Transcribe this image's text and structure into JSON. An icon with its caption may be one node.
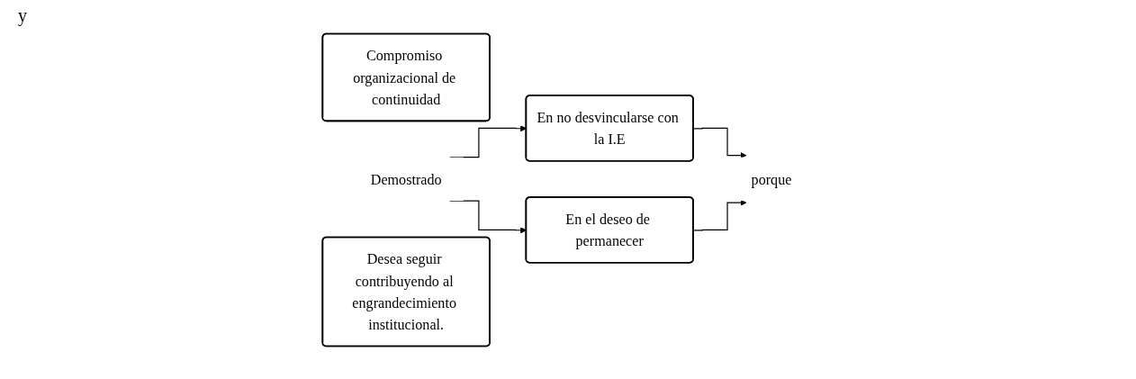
{
  "diagram": {
    "nodes": [
      {
        "text": [
          "Compromiso organizacional de continuidad"
        ]
      },
      {
        "text": [
          "Demostrado"
        ]
      },
      {
        "text": [
          "En no desvincularse con la I.E"
        ]
      },
      {
        "text": [
          "En el deseo de permanecer"
        ]
      },
      {
        "text": [
          "porque"
        ]
      },
      {
        "text": [
          "Desea seguir contribuyendo al engrandecimiento institucional."
        ]
      }
    ],
    "edges": [
      {
        "from": 1,
        "to": 2,
        "arrow": "to"
      },
      {
        "from": 1,
        "to": 3,
        "arrow": "to"
      },
      {
        "from": 2,
        "to": 4,
        "arrow": "to"
      },
      {
        "from": 3,
        "to": 4,
        "arrow": "to"
      }
    ],
    "labels": [
      "y"
    ]
  }
}
